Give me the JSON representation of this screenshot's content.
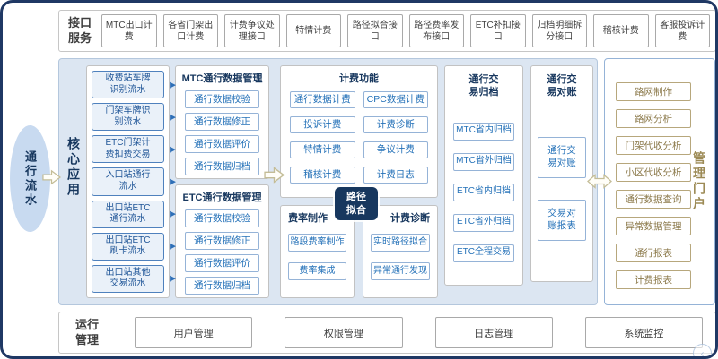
{
  "interface_services": {
    "label": "接口服务",
    "items": [
      "MTC出口计费",
      "各省门架出口计费",
      "计费争议处理接口",
      "特情计费",
      "路径拟合接口",
      "路径费率发布接口",
      "ETC补扣接口",
      "归档明细拆分接口",
      "稽核计费",
      "客服投诉计费"
    ]
  },
  "traffic_flow": {
    "label": "通行流水"
  },
  "core": {
    "label": "核心应用",
    "flow_sources": [
      "收费站车牌识别流水",
      "门架车牌识别流水",
      "ETC门架计费扣费交易",
      "入口站通行流水",
      "出口站ETC通行流水",
      "出口站ETC刷卡流水",
      "出口站其他交易流水"
    ],
    "mtc_data_group": {
      "title": "MTC通行数据管理",
      "items": [
        "通行数据校验",
        "通行数据修正",
        "通行数据评价",
        "通行数据归档"
      ]
    },
    "etc_data_group": {
      "title": "ETC通行数据管理",
      "items": [
        "通行数据校验",
        "通行数据修正",
        "通行数据评价",
        "通行数据归档"
      ]
    },
    "billing_group": {
      "title": "计费功能",
      "items": [
        "通行数据计费",
        "CPC数据计费",
        "投诉计费",
        "计费诊断",
        "特情计费",
        "争议计费",
        "稽核计费",
        "计费日志"
      ]
    },
    "path_badge": "路径拟合",
    "rate_group": {
      "title": "费率制作",
      "items": [
        "路段费率制作",
        "费率集成"
      ]
    },
    "diagnosis_group": {
      "title": "计费诊断",
      "items": [
        "实时路径拟合",
        "异常通行发现"
      ]
    },
    "archive_group": {
      "title": "通行交易归档",
      "items": [
        "MTC省内归档",
        "MTC省外归档",
        "ETC省内归档",
        "ETC省外归档",
        "ETC全程交易"
      ]
    },
    "reconcile_group": {
      "title": "通行交易对账",
      "items": [
        "通行交易对账",
        "交易对账报表"
      ]
    }
  },
  "portal": {
    "label": "管理门户",
    "items": [
      "路网制作",
      "路网分析",
      "门架代收分析",
      "小区代收分析",
      "通行数据查询",
      "异常数据管理",
      "通行报表",
      "计费报表"
    ]
  },
  "operations": {
    "label": "运行管理",
    "items": [
      "用户管理",
      "权限管理",
      "日志管理",
      "系统监控"
    ]
  },
  "watermark": {
    "glyph": "‹"
  },
  "colors": {
    "frame_border": "#1f3864",
    "core_panel_bg": "#dce6f2",
    "navy_text": "#17375e",
    "blue_button_border": "#95b3d7",
    "blue_button_text": "#2471b8",
    "flow_box_bg": "#eaf1f9",
    "flow_box_border": "#4f81bd",
    "badge_bg": "#17375e",
    "tan_border": "#b7a77c",
    "tan_text": "#8c7a4b",
    "gold_label": "#9c8a55",
    "arrow_stroke": "#c4bd97"
  }
}
